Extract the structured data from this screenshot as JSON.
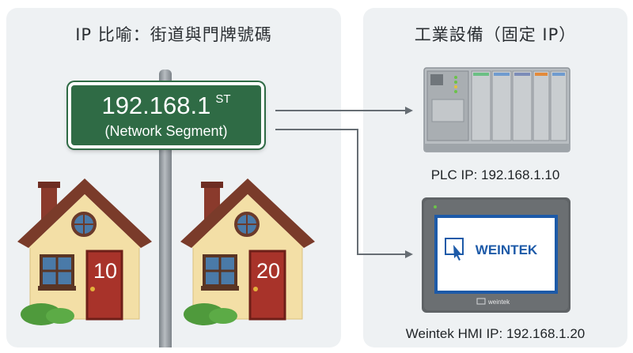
{
  "left_panel": {
    "title": "IP 比喻：街道與門牌號碼"
  },
  "right_panel": {
    "title": "工業設備（固定 IP）"
  },
  "street_sign": {
    "ip": "192.168.1",
    "suffix": "ST",
    "subtitle": "(Network Segment)",
    "color": "#2f6b45"
  },
  "houses": [
    {
      "number": "10"
    },
    {
      "number": "20"
    }
  ],
  "devices": [
    {
      "label": "PLC IP: 192.168.1.10",
      "icon": "plc-rack-icon"
    },
    {
      "label": "Weintek HMI IP: 192.168.1.20",
      "icon": "hmi-panel-icon",
      "screen_logo": "WEINTEK",
      "bezel_brand": "weintek"
    }
  ],
  "colors": {
    "panel_bg": "#eef1f3",
    "roof": "#7a3b2a",
    "house_wall": "#f3dfa6",
    "door": "#a8332a",
    "window": "#4a7aa8",
    "arrow": "#666d73",
    "hmi_screen_border": "#1d5aa8"
  }
}
